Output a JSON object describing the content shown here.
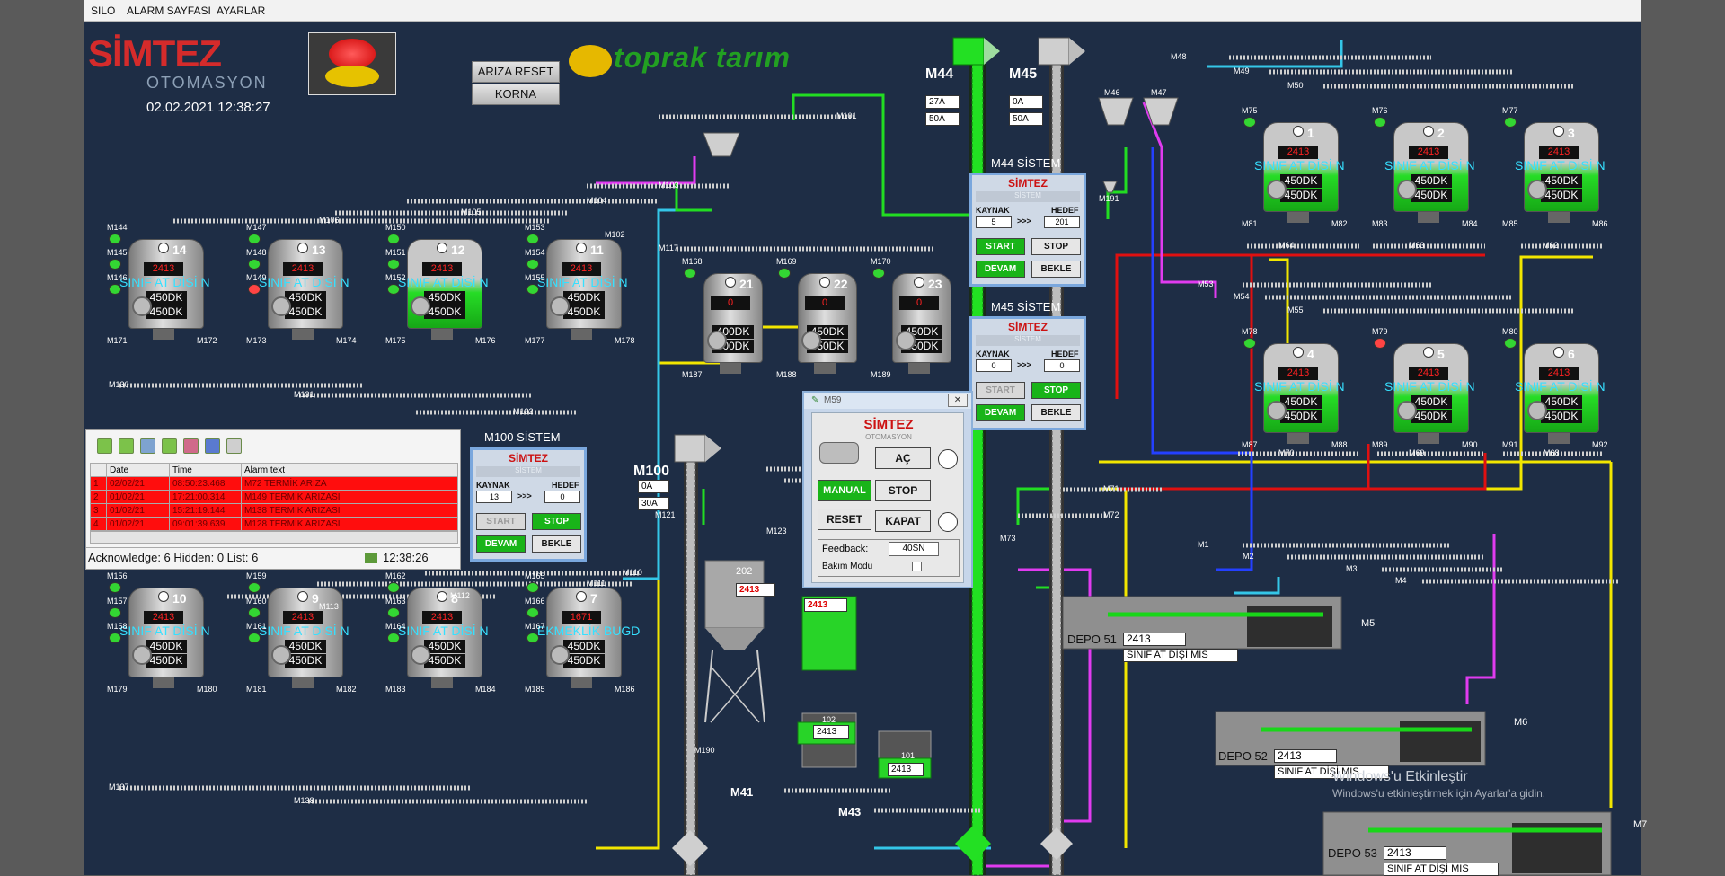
{
  "menu": {
    "items": [
      "SILO",
      "ALARM SAYFASI",
      "AYARLAR"
    ]
  },
  "header": {
    "brand": "SİMTEZ",
    "brand_sub": "OTOMASYON",
    "datetime": "02.02.2021 12:38:27",
    "fault_reset_label": "ARIZA RESET",
    "horn_label": "KORNA",
    "client_logo": "toprak tarım"
  },
  "silo_common": {
    "code": "2413",
    "status": "SINIF AT DİSİ N",
    "time": "450DK"
  },
  "silos_left": [
    {
      "num": "14",
      "cap": [
        "M144",
        "M145",
        "M146"
      ],
      "bottom": [
        "M171",
        "M172"
      ],
      "red": "2413",
      "status": "SINIF AT DİSİ N",
      "t1": "450DK",
      "t2": "450DK",
      "green": false
    },
    {
      "num": "13",
      "cap": [
        "M147",
        "M148",
        "M149"
      ],
      "bottom": [
        "M173",
        "M174"
      ],
      "red": "2413",
      "status": "SINIF AT DİSİ N",
      "t1": "450DK",
      "t2": "450DK",
      "green": false
    },
    {
      "num": "12",
      "cap": [
        "M150",
        "M151",
        "M152"
      ],
      "bottom": [
        "M175",
        "M176"
      ],
      "red": "2413",
      "status": "SINIF AT DİSİ N",
      "t1": "450DK",
      "t2": "450DK",
      "green": true
    },
    {
      "num": "11",
      "cap": [
        "M153",
        "M154",
        "M155"
      ],
      "bottom": [
        "M177",
        "M178"
      ],
      "red": "2413",
      "status": "SINIF AT DİSİ N",
      "t1": "450DK",
      "t2": "450DK",
      "green": false
    }
  ],
  "silos_left_bottom": [
    {
      "num": "10",
      "cap": [
        "M156",
        "M157",
        "M158"
      ],
      "bottom": [
        "M179",
        "M180"
      ],
      "red": "2413",
      "status": "SINIF AT DİSİ N",
      "t1": "450DK",
      "t2": "450DK",
      "green": false
    },
    {
      "num": "9",
      "cap": [
        "M159",
        "M160",
        "M161"
      ],
      "bottom": [
        "M181",
        "M182"
      ],
      "red": "2413",
      "status": "SINIF AT DİSİ N",
      "t1": "450DK",
      "t2": "450DK",
      "green": false
    },
    {
      "num": "8",
      "cap": [
        "M162",
        "M163",
        "M164"
      ],
      "bottom": [
        "M183",
        "M184"
      ],
      "red": "2413",
      "status": "SINIF AT DİSİ N",
      "t1": "450DK",
      "t2": "450DK",
      "green": false
    },
    {
      "num": "7",
      "cap": [
        "M165",
        "M166",
        "M167"
      ],
      "bottom": [
        "M185",
        "M186"
      ],
      "red": "1671",
      "status": "EKMEKLİK BUGD",
      "t1": "450DK",
      "t2": "450DK",
      "green": false
    }
  ],
  "silos_mid": [
    {
      "num": "21",
      "cap": [
        "M168"
      ],
      "bottom": [
        "M187"
      ],
      "red": "0",
      "t1": "400DK",
      "t2": "400DK"
    },
    {
      "num": "22",
      "cap": [
        "M169"
      ],
      "bottom": [
        "M188"
      ],
      "red": "0",
      "t1": "450DK",
      "t2": "450DK"
    },
    {
      "num": "23",
      "cap": [
        "M170"
      ],
      "bottom": [
        "M189"
      ],
      "red": "0",
      "t1": "450DK",
      "t2": "450DK"
    }
  ],
  "silos_right_top": [
    {
      "num": "1",
      "cap": [
        "M75"
      ],
      "bottom": [
        "M81",
        "M82"
      ],
      "red": "2413",
      "status": "SINIF AT DİSİ N",
      "t1": "450DK",
      "t2": "450DK",
      "green": true
    },
    {
      "num": "2",
      "cap": [
        "M76"
      ],
      "bottom": [
        "M83",
        "M84"
      ],
      "red": "2413",
      "status": "SINIF AT DİSİ N",
      "t1": "450DK",
      "t2": "450DK",
      "green": true
    },
    {
      "num": "3",
      "cap": [
        "M77"
      ],
      "bottom": [
        "M85",
        "M86"
      ],
      "red": "2413",
      "status": "SINIF AT DİSİ N",
      "t1": "450DK",
      "t2": "450DK",
      "green": true
    }
  ],
  "silos_right_bottom": [
    {
      "num": "4",
      "cap": [
        "M78"
      ],
      "bottom": [
        "M87",
        "M88"
      ],
      "red": "2413",
      "status": "SINIF AT DİSİ N",
      "t1": "450DK",
      "t2": "450DK",
      "green": true
    },
    {
      "num": "5",
      "cap": [
        "M79"
      ],
      "bottom": [
        "M89",
        "M90"
      ],
      "red": "2413",
      "status": "SINIF AT DİSİ N",
      "t1": "450DK",
      "t2": "450DK",
      "green": true
    },
    {
      "num": "6",
      "cap": [
        "M80"
      ],
      "bottom": [
        "M91",
        "M92"
      ],
      "red": "2413",
      "status": "SINIF AT DİSİ N",
      "t1": "450DK",
      "t2": "450DK",
      "green": true
    }
  ],
  "elevators": {
    "m44": {
      "name": "M44",
      "a1": "27A",
      "a2": "50A"
    },
    "m45": {
      "name": "M45",
      "a1": "0A",
      "a2": "50A"
    },
    "m100": {
      "name": "M100",
      "a1": "0A",
      "a2": "30A"
    }
  },
  "panels": {
    "m44": {
      "title": "M44 SİSTEM",
      "logo": "SİMTEZ",
      "sub": "SİSTEM",
      "src_label": "KAYNAK",
      "dst_label": "HEDEF",
      "src": "5",
      "arrow": ">>>",
      "dst": "201",
      "start": "START",
      "stop": "STOP",
      "resume": "DEVAM",
      "wait": "BEKLE"
    },
    "m45": {
      "title": "M45 SİSTEM",
      "logo": "SİMTEZ",
      "sub": "SİSTEM",
      "src_label": "KAYNAK",
      "dst_label": "HEDEF",
      "src": "0",
      "arrow": ">>>",
      "dst": "0",
      "start": "START",
      "stop": "STOP",
      "resume": "DEVAM",
      "wait": "BEKLE"
    },
    "m100": {
      "title": "M100 SİSTEM",
      "logo": "SİMTEZ",
      "sub": "SİSTEM",
      "src_label": "KAYNAK",
      "dst_label": "HEDEF",
      "src": "13",
      "arrow": ">>>",
      "dst": "0",
      "start": "START",
      "stop": "STOP",
      "resume": "DEVAM",
      "wait": "BEKLE"
    }
  },
  "m59": {
    "title": "M59",
    "logo": "SİMTEZ",
    "logo_sub": "OTOMASYON",
    "open": "AÇ",
    "manual": "MANUAL",
    "stop": "STOP",
    "reset": "RESET",
    "close": "KAPAT",
    "feedback_label": "Feedback:",
    "feedback_value": "40SN",
    "maint_label": "Bakım Modu"
  },
  "alarm": {
    "headers": [
      "Date",
      "Time",
      "Alarm text"
    ],
    "rows": [
      {
        "n": "1",
        "date": "02/02/21",
        "time": "08:50:23.468",
        "text": "M72 TERMİK ARIZA"
      },
      {
        "n": "2",
        "date": "01/02/21",
        "time": "17:21:00.314",
        "text": "M149 TERMİK ARIZASI"
      },
      {
        "n": "3",
        "date": "01/02/21",
        "time": "15:21:19.144",
        "text": "M138 TERMİK ARIZASI"
      },
      {
        "n": "4",
        "date": "01/02/21",
        "time": "09:01:39.639",
        "text": "M128 TERMİK ARIZASI"
      }
    ],
    "status": "Acknowledge: 6  Hidden: 0  List: 6",
    "clock": "12:38:26"
  },
  "bins": {
    "b202": {
      "num": "202",
      "val": "2413"
    },
    "b102": {
      "val_top": "2413",
      "val": "2413",
      "num": "102"
    },
    "b101": {
      "val": "2413",
      "num": "101"
    }
  },
  "depots": [
    {
      "name": "DEPO 51",
      "val": "2413",
      "status": "SINIF AT DİŞİ MIS",
      "motor": "M5"
    },
    {
      "name": "DEPO 52",
      "val": "2413",
      "status": "SINIF AT DİŞİ MIS",
      "motor": "M6"
    },
    {
      "name": "DEPO 53",
      "val": "2413",
      "status": "SINIF AT DİŞİ MIS",
      "motor": "M7"
    }
  ],
  "conveyors": {
    "labels": [
      "M101",
      "M102",
      "M103",
      "M104",
      "M105",
      "M106",
      "M117",
      "M130",
      "M131",
      "M132",
      "M110",
      "M111",
      "M112",
      "M113",
      "M137",
      "M138",
      "M48",
      "M49",
      "M50",
      "M64",
      "M63",
      "M62",
      "M53",
      "M54",
      "M55",
      "M70",
      "M69",
      "M68",
      "M71",
      "M72",
      "M73",
      "M1",
      "M2",
      "M3",
      "M4",
      "M41",
      "M43",
      "M121",
      "M123",
      "M190",
      "M191",
      "M46",
      "M47"
    ]
  },
  "windows_watermark": {
    "line1": "Windows'u Etkinleştir",
    "line2": "Windows'u etkinleştirmek için Ayarlar'a gidin."
  },
  "colors": {
    "bg": "#1e2d45",
    "alarm": "#ff0d0d",
    "green": "#19d619",
    "pipe_yellow": "#f2e600",
    "pipe_red": "#e01010",
    "pipe_magenta": "#e03bf0",
    "pipe_cyan": "#34c6e8",
    "pipe_blue": "#2440ff",
    "pipe_green": "#22dd22"
  }
}
